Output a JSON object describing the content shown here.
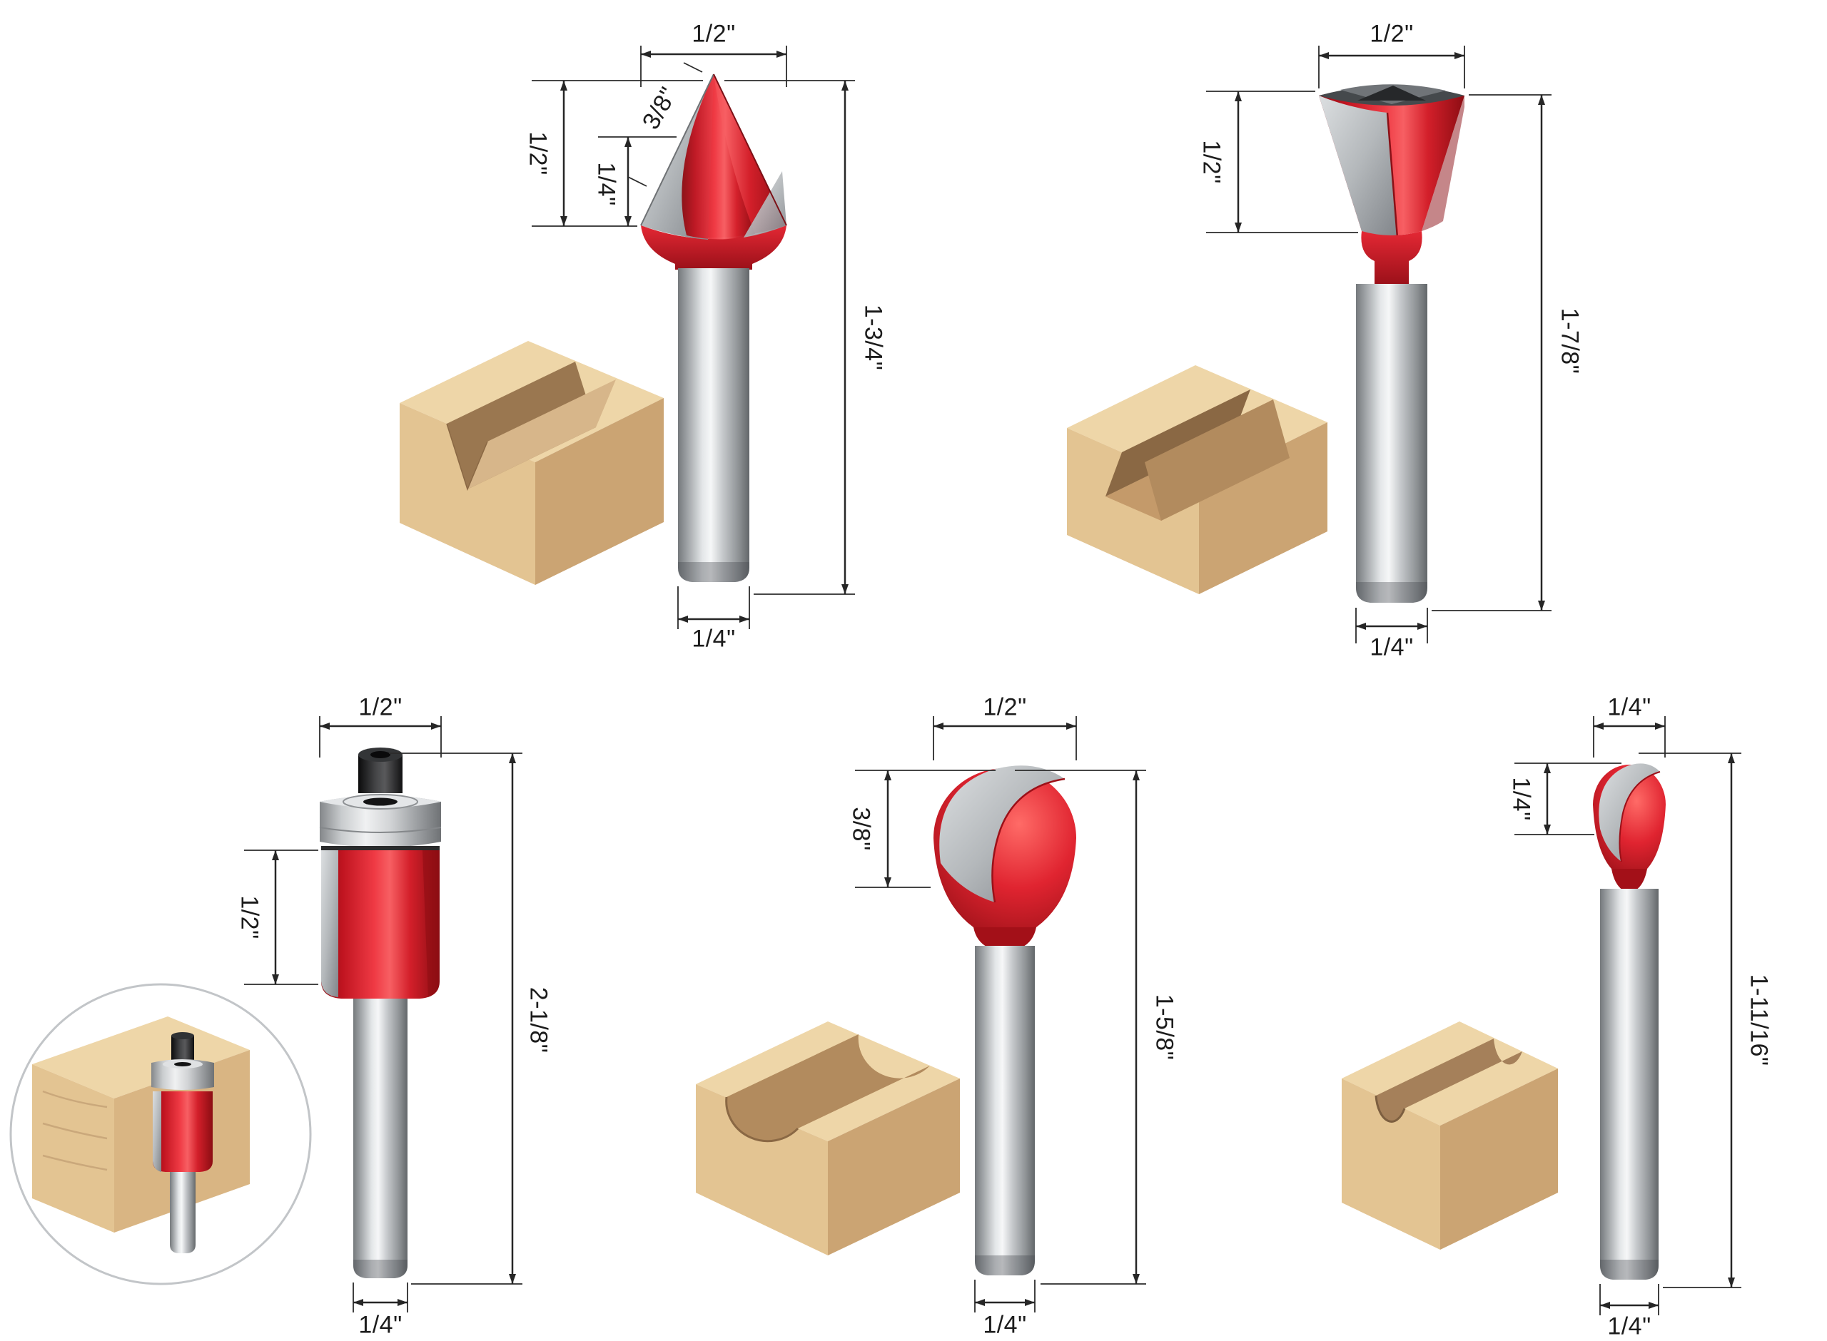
{
  "figure": {
    "background": "#ffffff",
    "bits": [
      {
        "type": "v-groove",
        "dims": {
          "top_width": "1/2\"",
          "bevel_edge": "3/8\"",
          "cutter_height": "1/2\"",
          "tip_height": "1/4\"",
          "overall_length": "1-3/4\"",
          "shank_diameter": "1/4\""
        }
      },
      {
        "type": "dovetail",
        "dims": {
          "top_width": "1/2\"",
          "cutter_height": "1/2\"",
          "overall_length": "1-7/8\"",
          "shank_diameter": "1/4\""
        }
      },
      {
        "type": "flush-trim",
        "dims": {
          "top_width": "1/2\"",
          "cutter_height": "1/2\"",
          "overall_length": "2-1/8\"",
          "shank_diameter": "1/4\""
        }
      },
      {
        "type": "round-nose",
        "dims": {
          "top_width": "1/2\"",
          "cutter_height": "3/8\"",
          "overall_length": "1-5/8\"",
          "shank_diameter": "1/4\""
        }
      },
      {
        "type": "round-nose-small",
        "dims": {
          "top_width": "1/4\"",
          "cutter_height": "1/4\"",
          "overall_length": "1-11/16\"",
          "shank_diameter": "1/4\""
        }
      }
    ],
    "colors": {
      "cutter_red": "#d6141f",
      "carbide_gray": "#b4b8bb",
      "shank_gray": "#9b9fa2",
      "wood_light": "#eed6a8",
      "wood_mid": "#e3c492",
      "wood_dark": "#cba473",
      "dimension_line": "#262626"
    }
  }
}
